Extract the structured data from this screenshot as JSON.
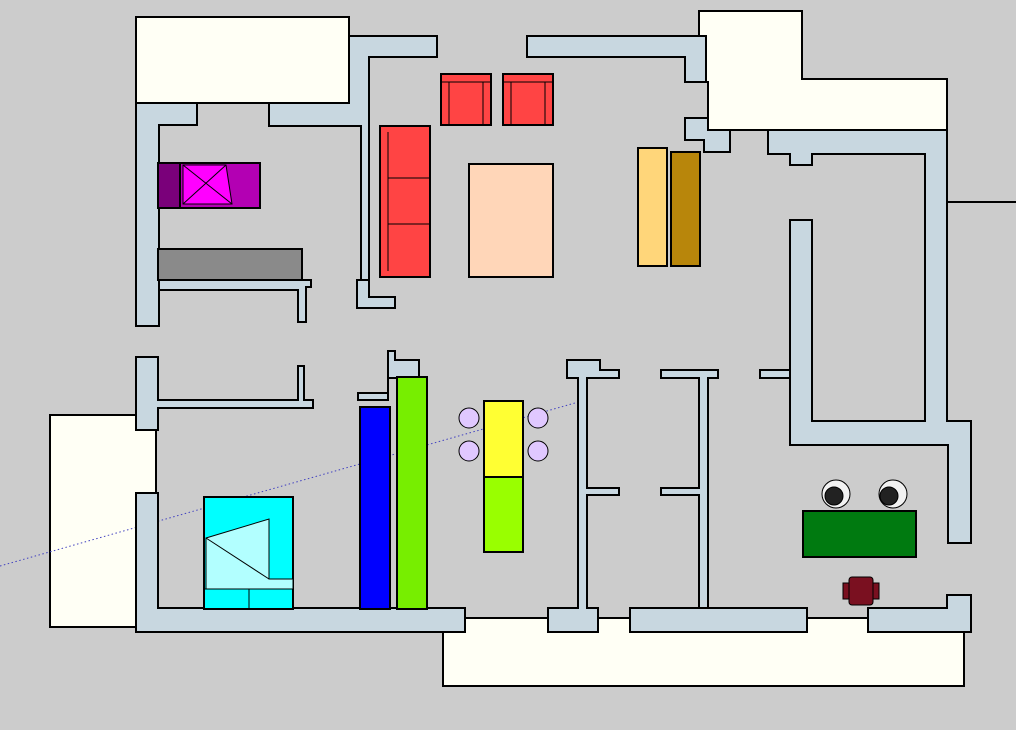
{
  "viewport": {
    "background": "#cccccc"
  },
  "colors": {
    "wall_fill": "#c8d7e0",
    "wall_stroke": "#000000",
    "outside_fill": "#fffff5",
    "single_bed_frame": "#b300b3",
    "single_bed_pillow": "#7a007a",
    "single_bed_sheet": "#ff00ff",
    "shelf": "#8a8a8a",
    "sofa": "#ff4444",
    "armchair": "#ff4444",
    "coffee_table": "#ffd6b8",
    "cabinet_light": "#ffd67a",
    "cabinet_dark": "#b8860b",
    "double_bed": "#00ffff",
    "double_bed_sheet": "#b2ffff",
    "wardrobe_blue": "#0000ff",
    "wardrobe_green": "#77ee00",
    "dining_table_yellow": "#ffff33",
    "dining_table_green": "#99ff00",
    "dining_chair": "#e0c8ff",
    "desk": "#007a10",
    "office_chair": "#222222",
    "red_chair": "#7a1020",
    "guide_line": "#4040c0"
  },
  "components": {
    "exterior": "exterior-areas",
    "walls": "interior-walls",
    "bedroom_single": "single-bed",
    "bedroom_double": "double-bed",
    "living_room": "sofa-set",
    "dining": "dining-set",
    "office": "office-desk"
  }
}
